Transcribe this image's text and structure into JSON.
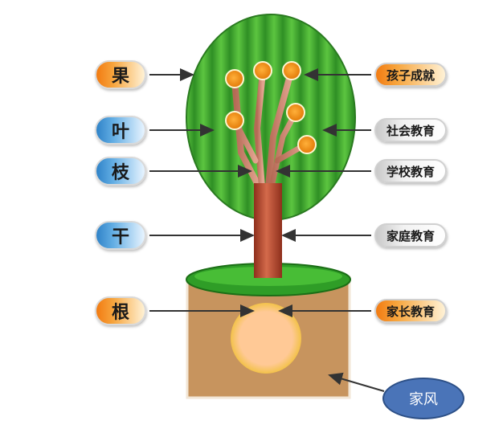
{
  "left_labels": [
    {
      "key": "fruit",
      "text": "果",
      "style": "orange"
    },
    {
      "key": "leaf",
      "text": "叶",
      "style": "blue"
    },
    {
      "key": "branch",
      "text": "枝",
      "style": "blue"
    },
    {
      "key": "trunk",
      "text": "干",
      "style": "blue"
    },
    {
      "key": "root",
      "text": "根",
      "style": "orange"
    }
  ],
  "right_labels": [
    {
      "key": "child-achievement",
      "text": "孩子成就",
      "style": "orange"
    },
    {
      "key": "social-education",
      "text": "社会教育",
      "style": "gray"
    },
    {
      "key": "school-education",
      "text": "学校教育",
      "style": "gray"
    },
    {
      "key": "family-education",
      "text": "家庭教育",
      "style": "gray"
    },
    {
      "key": "parent-education",
      "text": "家长教育",
      "style": "orange"
    }
  ],
  "family_style_label": "家风",
  "colors": {
    "orange": "#f27b12",
    "blue": "#2f83c8",
    "canopy_green": "#3aa02c",
    "canopy_stripe": "#57c43f",
    "trunk": "#b5462e",
    "soil": "#c7945e",
    "grass": "#34a52a",
    "root_ball": "#ffc996",
    "fruit": "#f5a21b",
    "bubble": "#4a74b8"
  }
}
